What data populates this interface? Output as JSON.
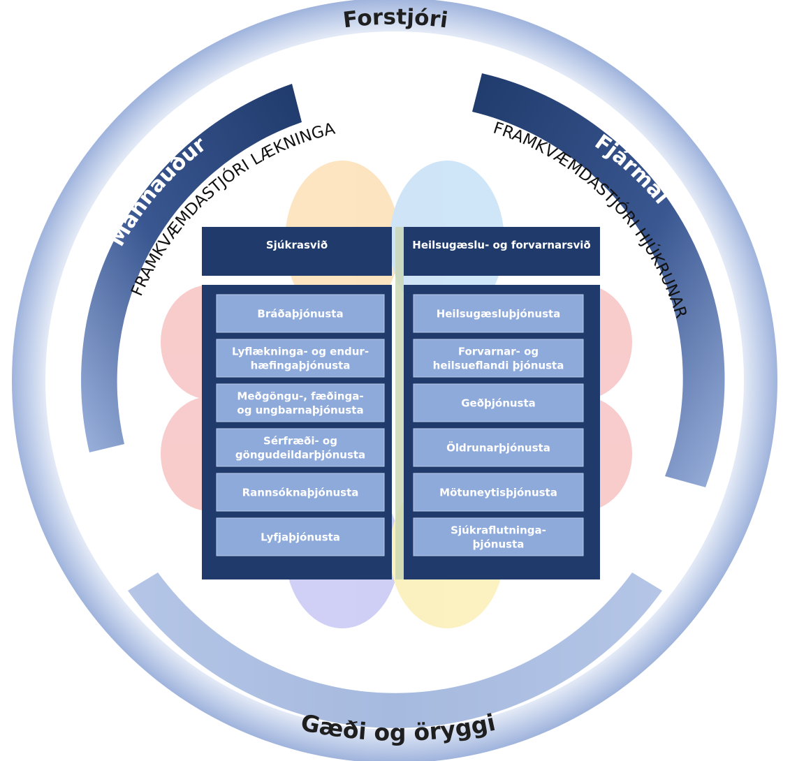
{
  "diagram": {
    "top_title": "Forstjóri",
    "bottom_title": "Gæði og öryggi",
    "left_arc": {
      "title": "Mannauður",
      "subtitle": "FRAMKVÆMDASTJÓRI LÆKNINGA"
    },
    "right_arc": {
      "title": "Fjármál",
      "subtitle": "FRAMKVÆMDASTJÓRI HJÚKRUNAR"
    },
    "columns": [
      {
        "heading": "Sjúkrasvið",
        "items": [
          [
            "Bráðaþjónusta"
          ],
          [
            "Lyflækninga-  og endur-",
            "hæfingaþjónusta"
          ],
          [
            "Meðgöngu-, fæðinga-",
            "og ungbarnaþjónusta"
          ],
          [
            "Sérfræði- og",
            "göngudeildarþjónusta"
          ],
          [
            "Rannsóknaþjónusta"
          ],
          [
            "Lyfjaþjónusta"
          ]
        ]
      },
      {
        "heading": "Heilsugæslu-  og forvarnarsvið",
        "items": [
          [
            "Heilsugæsluþjónusta"
          ],
          [
            "Forvarnar-  og",
            "heilsueflandi  þjónusta"
          ],
          [
            "Geðþjónusta"
          ],
          [
            "Öldrunarþjónusta"
          ],
          [
            "Mötuneytisþjónusta"
          ],
          [
            "Sjúkraflutninga-",
            "þjónusta"
          ]
        ]
      }
    ],
    "colors": {
      "navy": "#1f3a6b",
      "ring_light": "#c9d6ee",
      "ring_mid": "#8fa7d3",
      "service_box": "#8eaadb",
      "petal_red": "#f4a3a3",
      "petal_orange": "#f9cf8c",
      "petal_blue": "#a8d0f2",
      "petal_purple": "#a9a9f0",
      "petal_yellow": "#f7e58e"
    }
  }
}
